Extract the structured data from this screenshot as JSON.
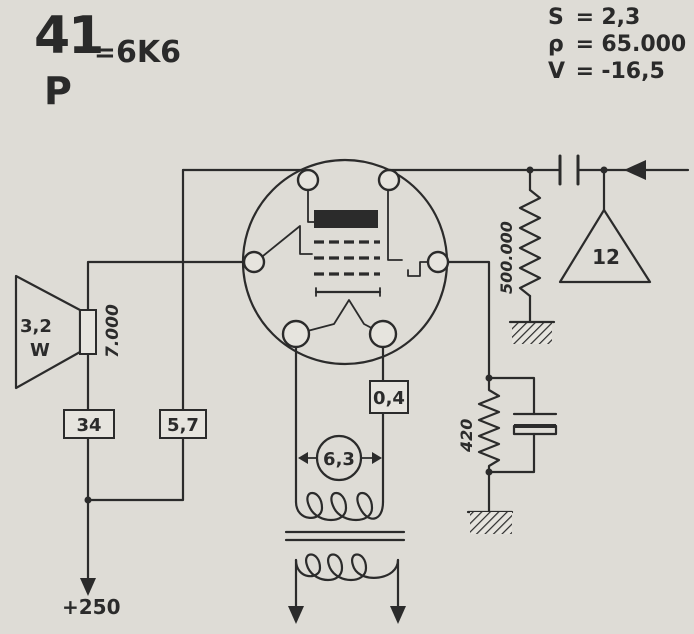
{
  "header": {
    "tube_number": "41",
    "tube_letter": "P",
    "equals_sign": "=",
    "equivalent": "6K6"
  },
  "params": [
    {
      "symbol": "S",
      "sign": "=",
      "value": "2,3"
    },
    {
      "symbol": "ρ",
      "sign": "=",
      "value": "65.000"
    },
    {
      "symbol": "V",
      "sign": "=",
      "value": "-16,5"
    }
  ],
  "speaker": {
    "power": "3,2",
    "unit": "W",
    "impedance": "7.000"
  },
  "voltage_boxes": {
    "left": "34",
    "middle": "5,7",
    "cathode": "0,4"
  },
  "heater_voltage": "6,3",
  "grid_resistor": "500.000",
  "cathode_resistor": "420",
  "input_stage": "12",
  "supply": "+250",
  "colors": {
    "paper": "#dedcd6",
    "ink": "#2b2b2b",
    "box_fill": "#e6e4de"
  }
}
